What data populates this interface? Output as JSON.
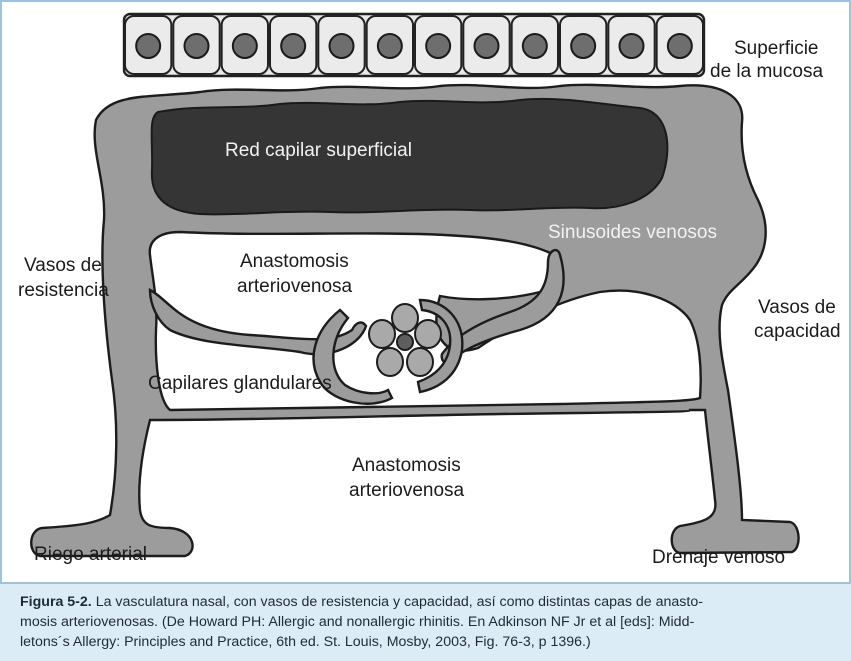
{
  "labels": {
    "superficie_line1": "Superficie",
    "superficie_line2": "de la mucosa",
    "red_capilar": "Red capilar superficial",
    "sinusoides": "Sinusoides venosos",
    "vasos_resistencia_line1": "Vasos de",
    "vasos_resistencia_line2": "resistencia",
    "vasos_capacidad_line1": "Vasos de",
    "vasos_capacidad_line2": "capacidad",
    "anastomosis_top_line1": "Anastomosis",
    "anastomosis_top_line2": "arteriovenosa",
    "capilares_glandulares": "Capilares glandulares",
    "anastomosis_bottom_line1": "Anastomosis",
    "anastomosis_bottom_line2": "arteriovenosa",
    "riego_arterial": "Riego arterial",
    "drenaje_venoso": "Drenaje venoso"
  },
  "caption": {
    "figure_label": "Figura 5-2.",
    "line1": " La vasculatura nasal, con vasos de resistencia y capacidad, así como distintas capas de anasto-",
    "line2": "mosis arteriovenosas. (De Howard PH: Allergic and nonallergic rhinitis. En Adkinson NF Jr et al [eds]: Midd-",
    "line3": "letons´s Allergy: Principles and Practice, 6th ed. St. Louis, Mosby, 2003, Fig. 76-3, p 1396.)"
  },
  "colors": {
    "vessel_fill": "#9a9a9a",
    "vessel_dark": "#3d3d3d",
    "cell_fill": "#ebebeb",
    "nucleus": "#6e6e6e",
    "caption_bg": "#dcecf7",
    "border": "#9fc3dc"
  }
}
